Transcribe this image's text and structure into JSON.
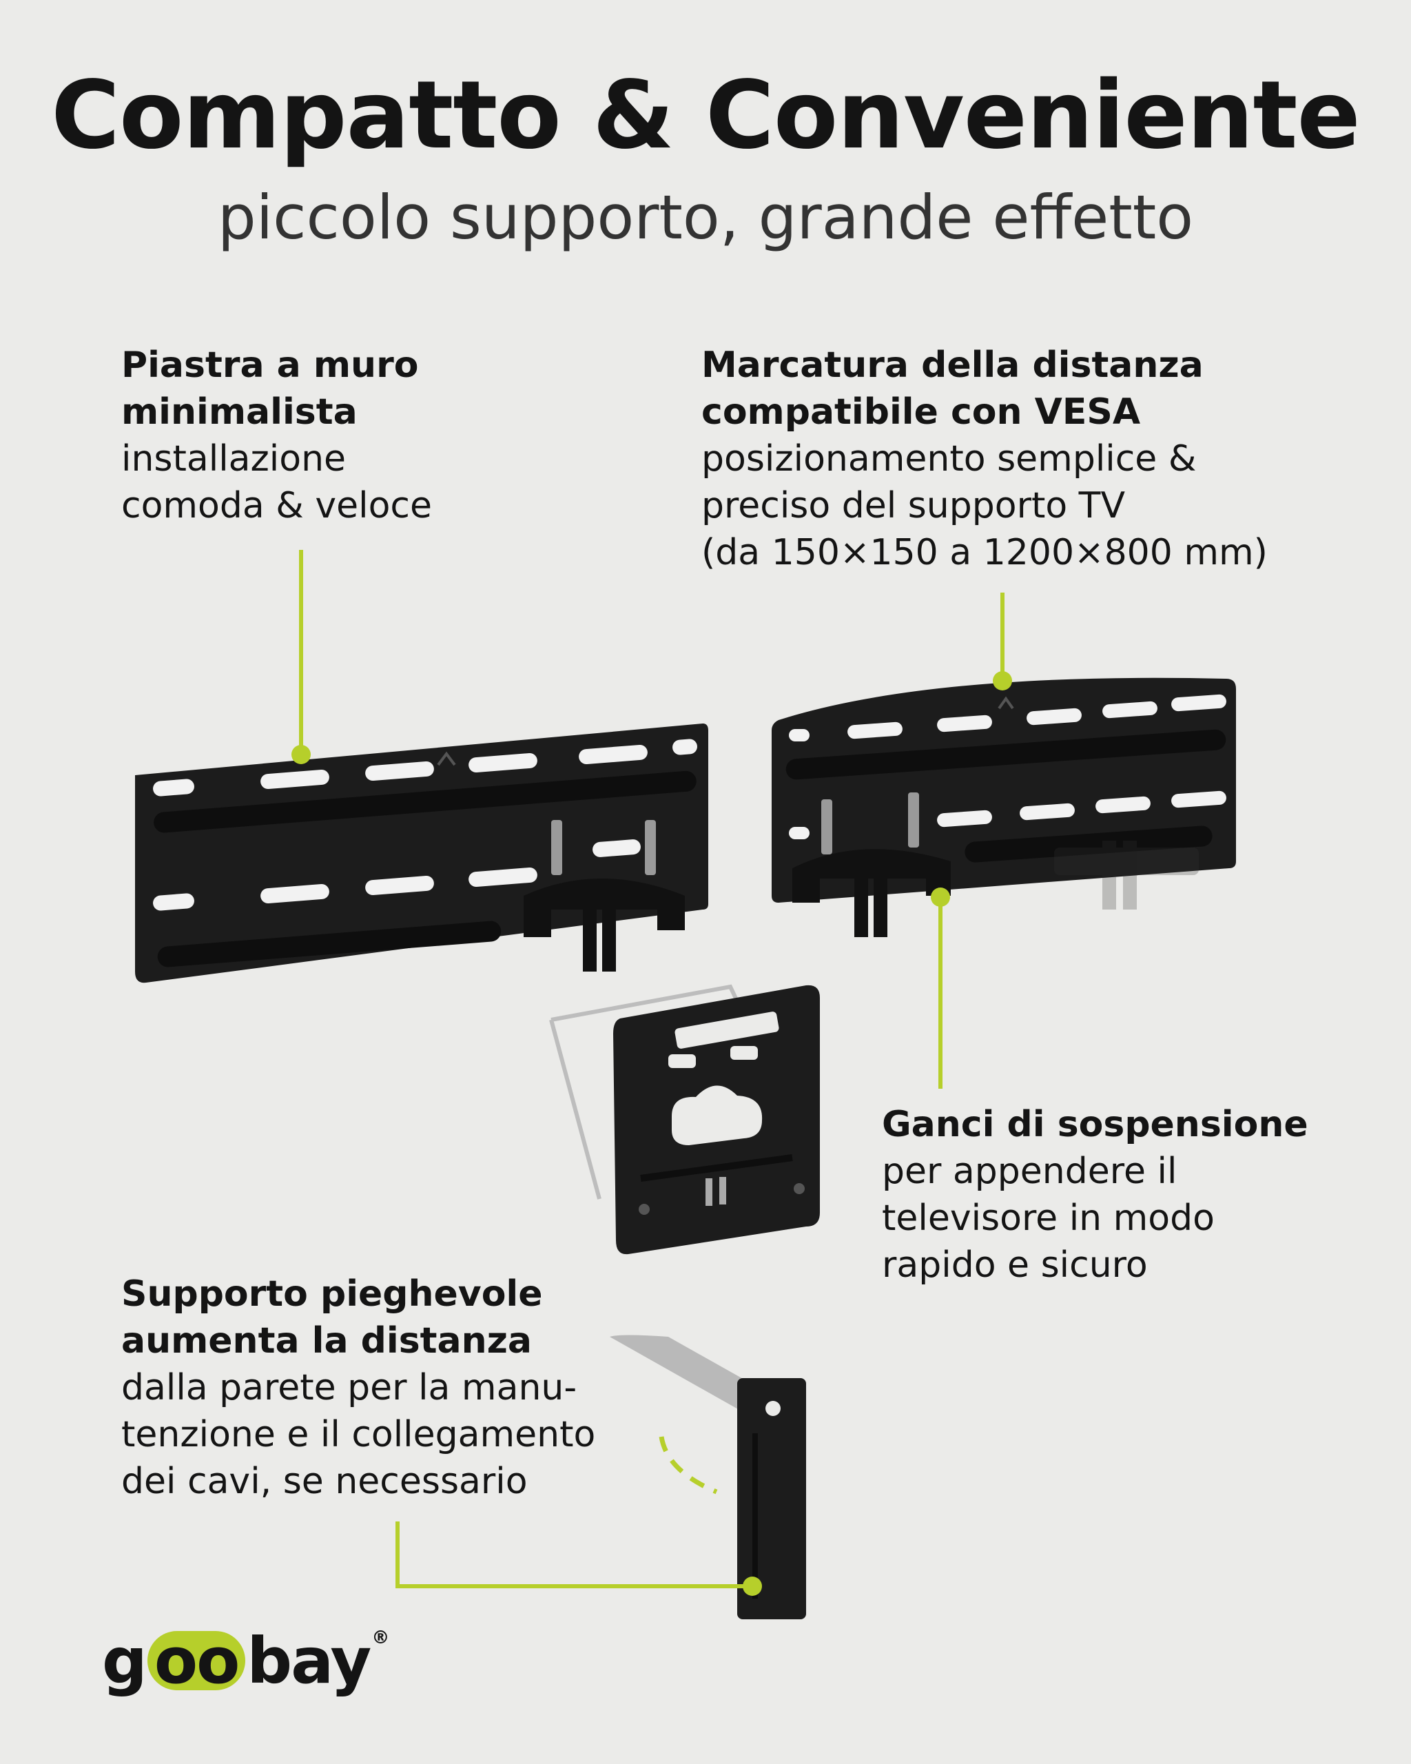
{
  "header": {
    "title": "Compatto & Conveniente",
    "subtitle": "piccolo supporto, grande effetto"
  },
  "features": {
    "wall_plate": {
      "heading": [
        "Piastra a muro",
        "minimalista"
      ],
      "body": [
        "installazione",
        "comoda & veloce"
      ]
    },
    "vesa_marking": {
      "heading": [
        "Marcatura della distanza",
        "compatibile con VESA"
      ],
      "body": [
        "posizionamento semplice &",
        "preciso del supporto TV",
        "(da 150×150 a 1200×800 mm)"
      ]
    },
    "hooks": {
      "heading": [
        "Ganci di sospensione"
      ],
      "body": [
        "per appendere il",
        "televisore in modo",
        "rapido e sicuro"
      ]
    },
    "foldable": {
      "heading": [
        "Supporto pieghevole",
        "aumenta la distanza"
      ],
      "body": [
        "dalla parete per la manu-",
        "tenzione e il collegamento",
        "dei cavi, se necessario"
      ]
    }
  },
  "logo": {
    "prefix": "g",
    "highlight": "oo",
    "suffix": "bay",
    "registered": "®"
  },
  "colors": {
    "background": "#ebebe9",
    "accent": "#b6cf2b",
    "text": "#141414",
    "product": "#1c1c1c"
  }
}
